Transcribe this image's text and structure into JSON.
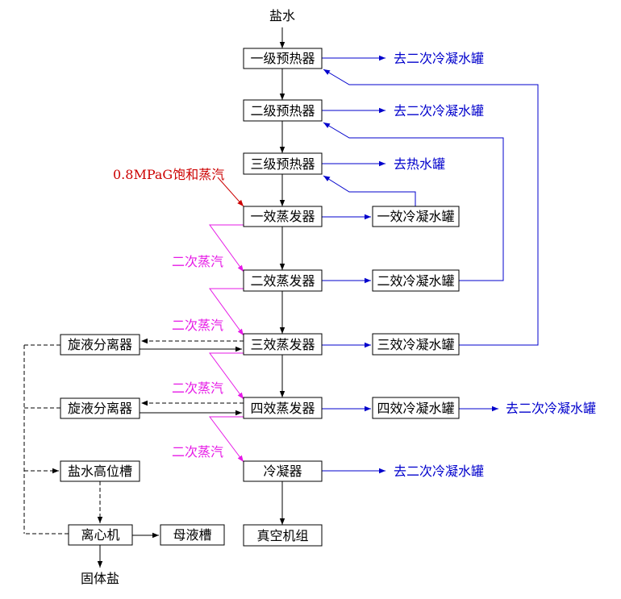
{
  "nodes": {
    "preheater1": "一级预热器",
    "preheater2": "二级预热器",
    "preheater3": "三级预热器",
    "evap1": "一效蒸发器",
    "evap2": "二效蒸发器",
    "evap3": "三效蒸发器",
    "evap4": "四效蒸发器",
    "condenser": "冷凝器",
    "vacuum": "真空机组",
    "tank1": "一效冷凝水罐",
    "tank2": "二效冷凝水罐",
    "tank3": "三效冷凝水罐",
    "tank4": "四效冷凝水罐",
    "cyclone1": "旋液分离器",
    "cyclone2": "旋液分离器",
    "brine_tank": "盐水高位槽",
    "centrifuge": "离心机",
    "mother_liquor": "母液槽"
  },
  "labels": {
    "brine_in": "盐水",
    "steam_in": "0.8MPaG饱和蒸汽",
    "secondary_steam": "二次蒸汽",
    "to_secondary_tank": "去二次冷凝水罐",
    "to_hot_water_tank": "去热水罐",
    "solid_salt": "固体盐"
  },
  "colors": {
    "main_flow": "#000000",
    "condensate_flow": "#0000cc",
    "steam_feed": "#cc0000",
    "secondary_steam": "#e619e6"
  }
}
